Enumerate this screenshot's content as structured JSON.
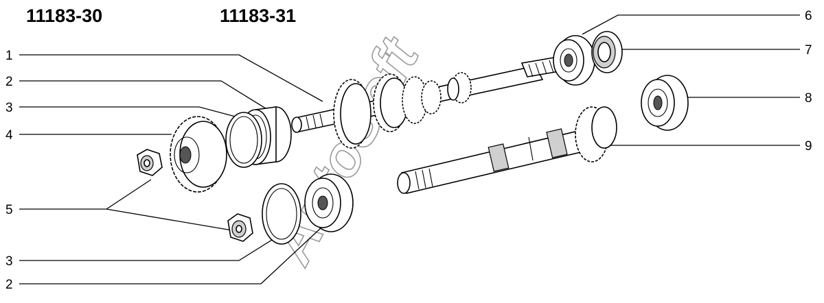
{
  "titles": {
    "left": "11183-30",
    "right": "11183-31"
  },
  "callouts": {
    "left": [
      "1",
      "2",
      "3",
      "4",
      "5",
      "3",
      "2"
    ],
    "right": [
      "6",
      "7",
      "8",
      "9"
    ]
  },
  "watermark": "AutoSoft"
}
